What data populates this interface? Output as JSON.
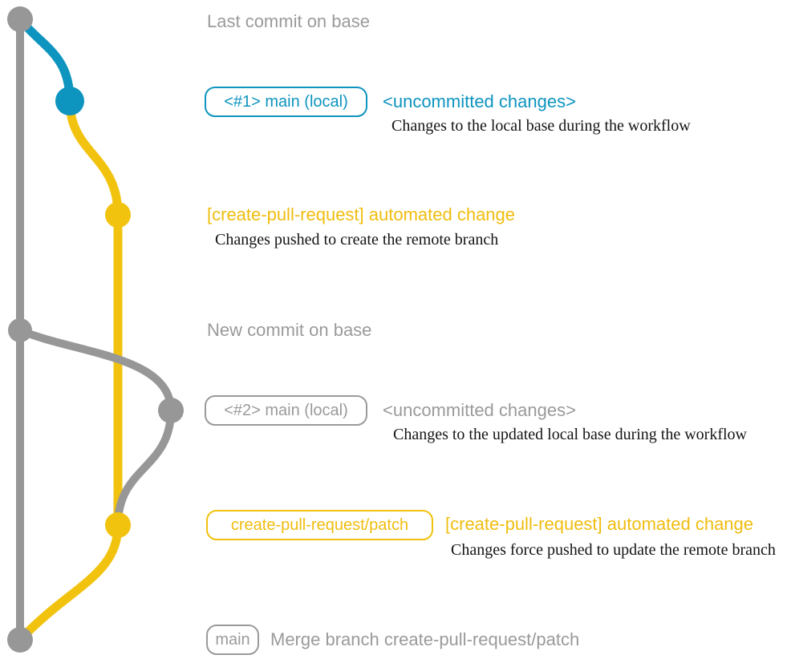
{
  "colors": {
    "gray_line": "#979797",
    "blue_line": "#0d94bf",
    "yellow_line": "#f2c30e",
    "gray_text": "#9a9a9a",
    "blue_text": "#0d94bf",
    "yellow_text": "#f0bd0f",
    "note_text": "#141414"
  },
  "rows": {
    "last_commit": {
      "heading": "Last commit on base"
    },
    "main_local_1": {
      "badge": "<#1> main (local)",
      "heading": "<uncommitted changes>",
      "note": "Changes to the local base during the workflow"
    },
    "automated_1": {
      "heading": "[create-pull-request] automated change",
      "note": "Changes pushed to create the remote branch"
    },
    "new_commit": {
      "heading": "New commit on base"
    },
    "main_local_2": {
      "badge": "<#2> main (local)",
      "heading": "<uncommitted changes>",
      "note": "Changes to the updated local base during the workflow"
    },
    "automated_2": {
      "badge": "create-pull-request/patch",
      "heading": "[create-pull-request] automated change",
      "note": "Changes force pushed to update the remote branch"
    },
    "merge": {
      "badge": "main",
      "heading": "Merge branch create-pull-request/patch"
    }
  },
  "graph": {
    "branches": [
      {
        "name": "base",
        "color_key": "gray_line"
      },
      {
        "name": "main-local",
        "color_key": "blue_line"
      },
      {
        "name": "create-pull-request/patch",
        "color_key": "yellow_line"
      }
    ],
    "commits": [
      {
        "name": "last-commit-on-base",
        "branch": "base",
        "color_key": "gray_line"
      },
      {
        "name": "uncommitted-changes-1",
        "branch": "main-local",
        "color_key": "blue_line"
      },
      {
        "name": "automated-change-1",
        "branch": "create-pull-request/patch",
        "color_key": "yellow_line"
      },
      {
        "name": "new-commit-on-base",
        "branch": "base",
        "color_key": "gray_line"
      },
      {
        "name": "uncommitted-changes-2",
        "branch": "main-local",
        "color_key": "gray_line"
      },
      {
        "name": "automated-change-2",
        "branch": "create-pull-request/patch",
        "color_key": "yellow_line"
      },
      {
        "name": "merge-commit",
        "branch": "base",
        "color_key": "gray_line"
      }
    ]
  }
}
